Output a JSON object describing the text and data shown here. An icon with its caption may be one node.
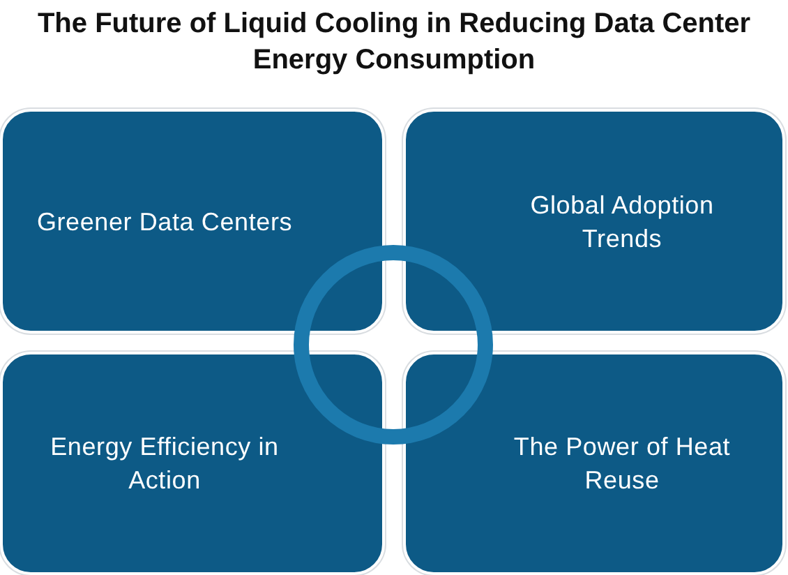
{
  "diagram": {
    "title": "The Future of Liquid Cooling in Reducing Data Center Energy Consumption",
    "nodes": [
      {
        "text": [
          "Greener Data Centers"
        ]
      },
      {
        "text": [
          "Global Adoption Trends"
        ]
      },
      {
        "text": [
          "Energy Efficiency in Action"
        ]
      },
      {
        "text": [
          "The Power of Heat Reuse"
        ]
      }
    ]
  }
}
